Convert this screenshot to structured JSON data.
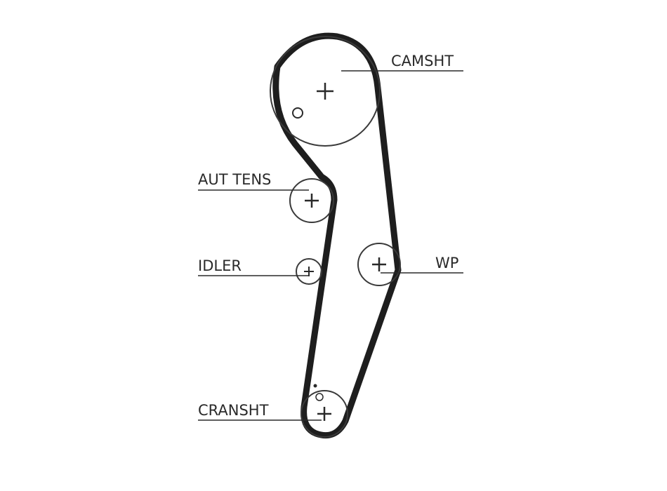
{
  "labels": {
    "camshaft": "CAMSHT",
    "auto_tensioner": "AUT TENS",
    "idler": "IDLER",
    "water_pump": "WP",
    "crankshaft": "CRANSHT"
  },
  "colors": {
    "belt": "#1e1e1e",
    "line": "#2a2a2a",
    "text": "#2a2a2a",
    "background": "#ffffff"
  }
}
